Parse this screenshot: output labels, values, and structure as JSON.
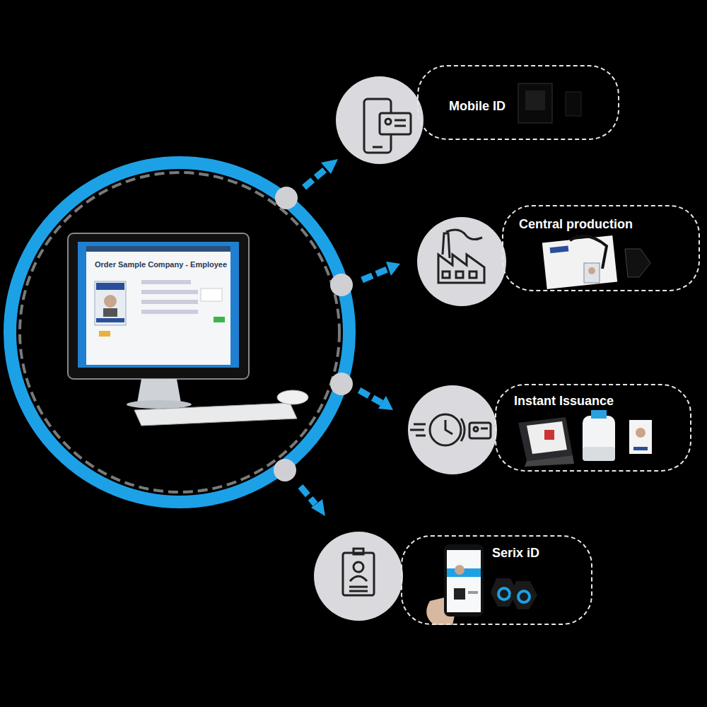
{
  "diagram": {
    "nodes": [
      {
        "text": [
          "Mobile ID"
        ]
      },
      {
        "text": [
          "Central production"
        ]
      },
      {
        "text": [
          "Instant Issuance"
        ]
      },
      {
        "text": [
          "Serix iD"
        ]
      }
    ],
    "labels": [
      "Order Sample Company - Employee"
    ]
  }
}
